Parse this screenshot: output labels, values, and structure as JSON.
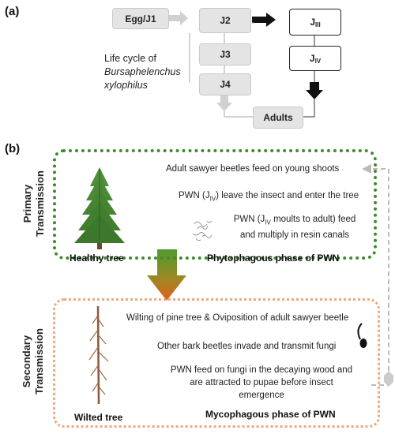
{
  "panel_a": {
    "label": "(a)",
    "boxes": {
      "egg": "Egg/J1",
      "j2": "J2",
      "j3": "J3",
      "j4": "J4",
      "j3_dispersal": {
        "main": "J",
        "sub": "III"
      },
      "j4_dispersal": {
        "main": "J",
        "sub": "IV"
      },
      "adults": "Adults"
    },
    "caption": {
      "line1": "Life cycle of",
      "line2": "Bursaphelenchus",
      "line3": "xylophilus"
    }
  },
  "panel_b": {
    "label": "(b)",
    "primary": {
      "side_label_line1": "Primary",
      "side_label_line2": "Transmission",
      "tree_label": "Healthy tree",
      "statement1": "Adult sawyer beetles feed on young shoots",
      "statement2_pre": "PWN (J",
      "statement2_sub": "IV",
      "statement2_post": ") leave the insect and enter the tree",
      "statement3_line1_pre": "PWN (J",
      "statement3_line1_sub": "IV",
      "statement3_line1_post": " moults to adult) feed",
      "statement3_line2": "and multiply in resin canals",
      "phase": "Phytophagous phase of PWN"
    },
    "secondary": {
      "side_label_line1": "Secondary",
      "side_label_line2": "Transmission",
      "tree_label": "Wilted tree",
      "statement1": "Wilting of pine tree & Oviposition of adult sawyer beetle",
      "statement2": "Other bark beetles invade and transmit fungi",
      "statement3_line1": "PWN feed on fungi in the decaying wood and",
      "statement3_line2": "are attracted to pupae before insect",
      "statement3_line3": "emergence",
      "phase": "Mycophagous phase of PWN"
    }
  },
  "colors": {
    "green_border": "#3f8a2f",
    "orange_border": "#f0a77a",
    "box_fill": "#e4e4e4",
    "arrow_gray": "#c8c8c8",
    "arrow_black": "#111111"
  },
  "icons": {
    "healthy_tree": "pine-tree-icon",
    "wilted_tree": "dead-tree-icon",
    "nematodes": "nematode-worms-icon",
    "beetle_larva": "larva-icon"
  }
}
